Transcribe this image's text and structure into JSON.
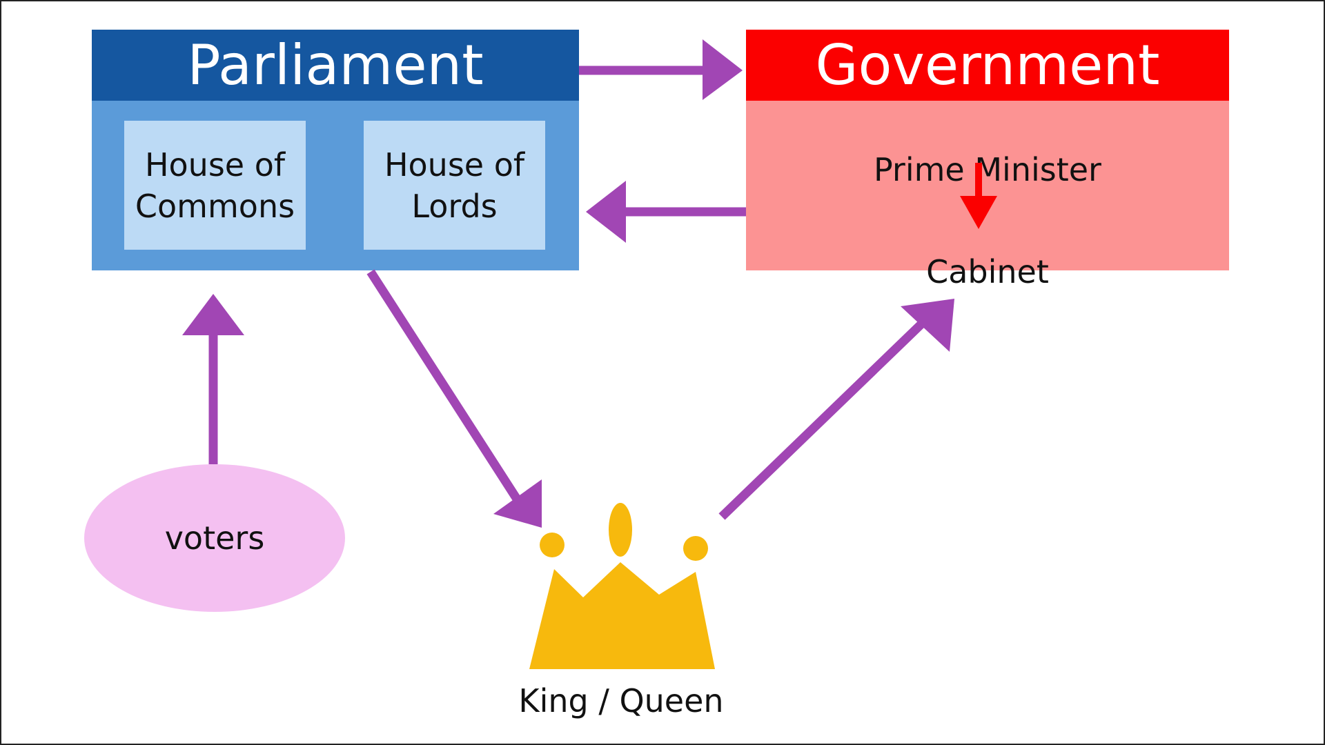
{
  "parliament": {
    "title": "Parliament",
    "houses": [
      {
        "line1": "House of",
        "line2": "Commons"
      },
      {
        "line1": "House of",
        "line2": "Lords"
      }
    ]
  },
  "government": {
    "title": "Government",
    "prime_minister": "Prime Minister",
    "cabinet": "Cabinet"
  },
  "voters": {
    "label": "voters"
  },
  "monarch": {
    "label": "King / Queen",
    "icon": "crown-icon"
  },
  "colors": {
    "parliament_header": "#1557a0",
    "parliament_body": "#5b9bd9",
    "house_fill": "#bcdaf5",
    "government_header": "#fb0000",
    "government_body": "#fc9393",
    "voters_fill": "#f4c0f1",
    "arrow_purple": "#a146b4",
    "arrow_red": "#fb0000",
    "crown_gold": "#f7b90d"
  }
}
